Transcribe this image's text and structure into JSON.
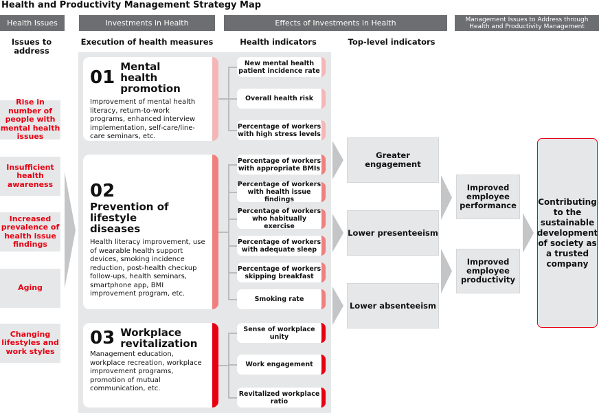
{
  "title": "Health and Productivity Management Strategy Map",
  "headers": {
    "issues": "Health Issues",
    "investments": "Investments in Health",
    "effects": "Effects of Investments in Health",
    "management": "Management Issues to Address through Health and Productivity Management"
  },
  "subheaders": {
    "issues": "Issues to address",
    "execution": "Execution of health measures",
    "indicators": "Health indicators",
    "top": "Top-level indicators"
  },
  "issues": [
    "Rise in number of people with mental health issues",
    "Insufficient health awareness",
    "Increased prevalence of health issue findings",
    "Aging",
    "Changing lifestyles and work styles"
  ],
  "measures": [
    {
      "num": "01",
      "title": "Mental health promotion",
      "desc": "Improvement of mental health literacy, return-to-work programs, enhanced interview implementation, self-care/line-care seminars, etc."
    },
    {
      "num": "02",
      "title": "Prevention of lifestyle diseases",
      "desc": "Health literacy improvement, use of wearable health support devices, smoking incidence reduction, post-health checkup follow-ups, health seminars, smartphone app, BMI improvement program, etc."
    },
    {
      "num": "03",
      "title": "Workplace revitalization",
      "desc": "Management education, workplace recreation, workplace improvement programs, promotion of mutual communication, etc."
    }
  ],
  "indicators": [
    "New mental health patient incidence rate",
    "Overall health risk",
    "Percentage of workers with high stress levels",
    "Percentage of workers with appropriate BMIs",
    "Percentage of workers with health issue findings",
    "Percentage of workers who habitually exercise",
    "Percentage of workers with adequate sleep",
    "Percentage of workers skipping breakfast",
    "Smoking rate",
    "Sense of workplace unity",
    "Work engagement",
    "Revitalized workplace ratio"
  ],
  "top": [
    "Greater engagement",
    "Lower presenteeism",
    "Lower absenteeism"
  ],
  "mid": [
    "Improved employee performance",
    "Improved employee productivity"
  ],
  "final": "Contributing to the sustainable development of society as a trusted company",
  "colors": {
    "header": "#6d6e71",
    "panel": "#e6e7e8",
    "pink": "#f4b6b6",
    "salmon": "#f07f7f",
    "red": "#e60012"
  }
}
